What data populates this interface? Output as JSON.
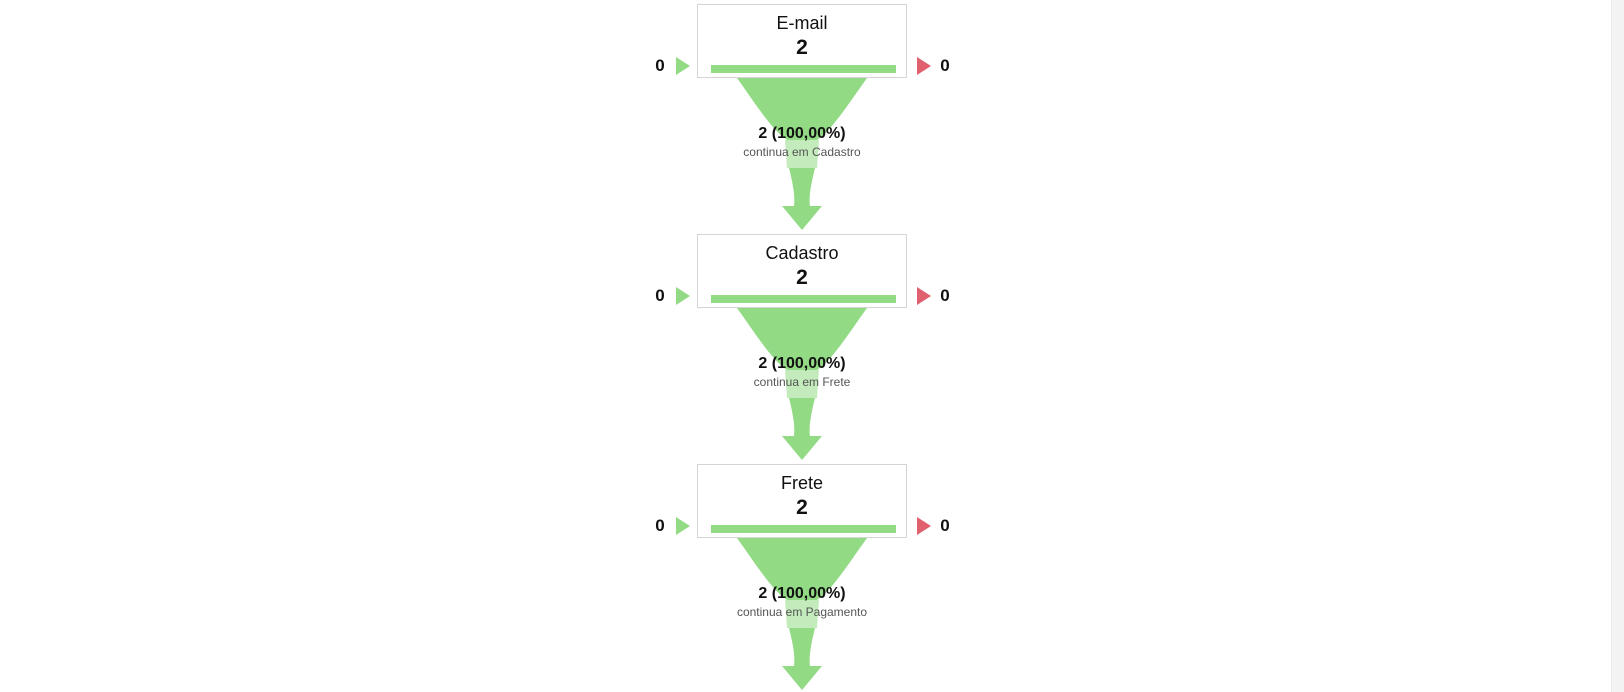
{
  "colors": {
    "flow_green": "#93da85",
    "flow_light": "#c3ebbb",
    "exit_red": "#e0606e",
    "bar_fill": "#93da85"
  },
  "icons": {
    "entry": "play-arrow-icon",
    "exit": "play-arrow-icon"
  },
  "chart_data": {
    "type": "funnel",
    "steps": [
      {
        "name": "E-mail",
        "count": "2",
        "entries": "0",
        "exits": "0",
        "bar_fraction": 1.0,
        "continue_value": "2 (100,00%)",
        "continue_label": "continua em Cadastro"
      },
      {
        "name": "Cadastro",
        "count": "2",
        "entries": "0",
        "exits": "0",
        "bar_fraction": 1.0,
        "continue_value": "2 (100,00%)",
        "continue_label": "continua em Frete"
      },
      {
        "name": "Frete",
        "count": "2",
        "entries": "0",
        "exits": "0",
        "bar_fraction": 1.0,
        "continue_value": "2 (100,00%)",
        "continue_label": "continua em Pagamento"
      }
    ]
  }
}
